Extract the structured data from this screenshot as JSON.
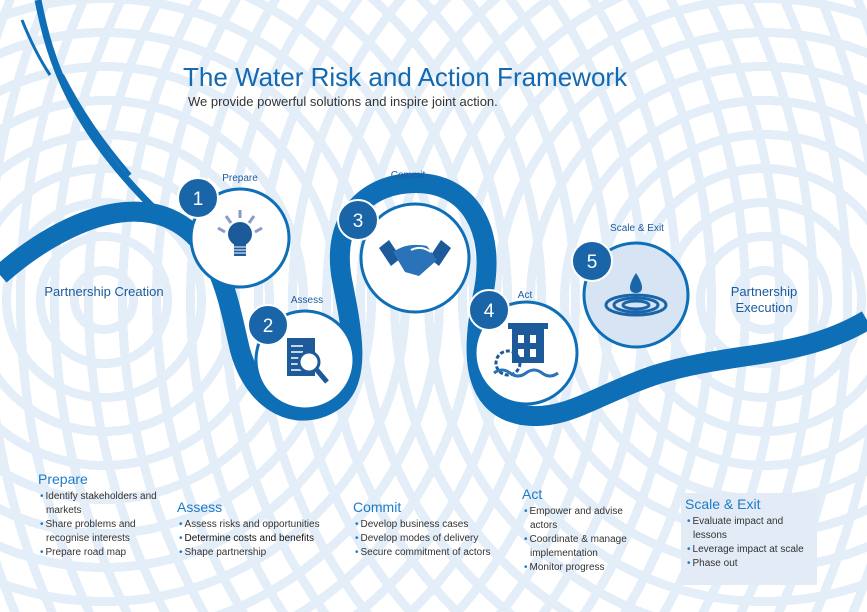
{
  "header": {
    "title": "The Water Risk and Action Framework",
    "subtitle": "We provide powerful solutions and inspire joint action."
  },
  "diagram": {
    "start_label": "Partnership Creation",
    "end_label": "Partnership Execution",
    "steps": [
      {
        "number": "1",
        "label": "Prepare",
        "icon": "lightbulb-icon"
      },
      {
        "number": "2",
        "label": "Assess",
        "icon": "document-magnifier-icon"
      },
      {
        "number": "3",
        "label": "Commit",
        "icon": "handshake-icon"
      },
      {
        "number": "4",
        "label": "Act",
        "icon": "watermill-icon"
      },
      {
        "number": "5",
        "label": "Scale & Exit",
        "icon": "water-drop-icon"
      }
    ]
  },
  "details": [
    {
      "title": "Prepare",
      "items": [
        "Identify stakeholders and markets",
        "Share problems and recognise interests",
        "Prepare road map"
      ]
    },
    {
      "title": "Assess",
      "items": [
        "Assess risks and opportunities",
        "Determine costs and benefits",
        "Shape partnership"
      ]
    },
    {
      "title": "Commit",
      "items": [
        "Develop business cases",
        "Develop modes of delivery",
        "Secure commitment of actors"
      ]
    },
    {
      "title": "Act",
      "items": [
        "Empower and advise actors",
        "Coordinate & manage implementation",
        "Monitor progress"
      ]
    },
    {
      "title": "Scale & Exit",
      "items": [
        "Evaluate impact and lessons",
        "Leverage impact at scale",
        "Phase out"
      ]
    }
  ],
  "colors": {
    "river": "#0e6fb7",
    "badge": "#1a64a8",
    "ring": "#e4eef8",
    "highlight": "#d6e4f4"
  }
}
